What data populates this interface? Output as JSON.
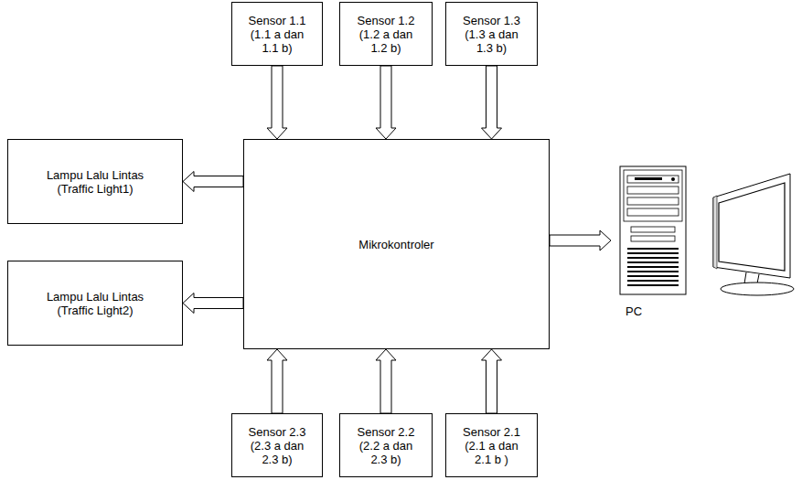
{
  "diagram": {
    "nodes": [
      {
        "text": [
          "Sensor 1.1 (1.1 a dan 1.1 b)"
        ]
      },
      {
        "text": [
          "Sensor 1.2 (1.2 a dan 1.2 b)"
        ]
      },
      {
        "text": [
          "Sensor 1.3 (1.3 a dan 1.3 b)"
        ]
      },
      {
        "text": [
          "Lampu Lalu Lintas (Traffic Light1)"
        ]
      },
      {
        "text": [
          "Mikrokontroler"
        ]
      },
      {
        "text": [
          "Lampu Lalu Lintas (Traffic Light2)"
        ]
      },
      {
        "text": [
          "Sensor 2.3 (2.3 a dan 2.3 b)"
        ]
      },
      {
        "text": [
          "Sensor 2.2 (2.2 a dan 2.3 b)"
        ]
      },
      {
        "text": [
          "Sensor 2.1 (2.1 a dan 2.1 b )"
        ]
      },
      {
        "text": [
          "PC"
        ]
      }
    ],
    "edges": [
      {
        "from": 0,
        "to": 4,
        "arrow": "to"
      },
      {
        "from": 1,
        "to": 4,
        "arrow": "to"
      },
      {
        "from": 2,
        "to": 4,
        "arrow": "to"
      },
      {
        "from": 4,
        "to": 3,
        "arrow": "to"
      },
      {
        "from": 4,
        "to": 5,
        "arrow": "to"
      },
      {
        "from": 6,
        "to": 4,
        "arrow": "to"
      },
      {
        "from": 7,
        "to": 4,
        "arrow": "to"
      },
      {
        "from": 8,
        "to": 4,
        "arrow": "to"
      },
      {
        "from": 4,
        "to": 9,
        "arrow": "to"
      }
    ]
  }
}
